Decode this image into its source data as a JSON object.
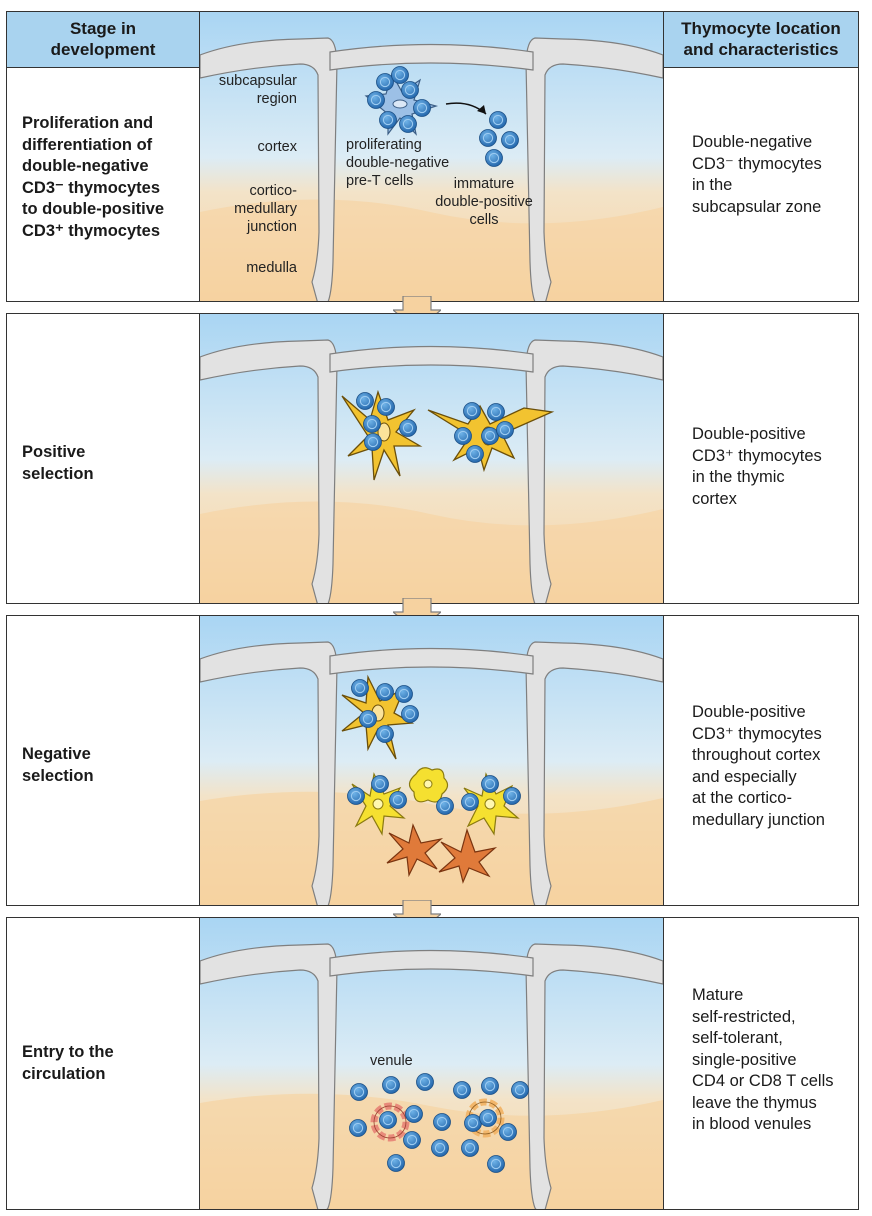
{
  "headers": {
    "left": "Stage in\ndevelopment",
    "right": "Thymocyte location\nand characteristics"
  },
  "stages": [
    {
      "title": "Proliferation and\ndifferentiation of\ndouble-negative\nCD3⁻ thymocytes\nto double-positive\nCD3⁺ thymocytes",
      "description": "Double-negative\nCD3⁻ thymocytes\nin the\nsubcapsular zone"
    },
    {
      "title": "Positive\nselection",
      "description": "Double-positive\nCD3⁺ thymocytes\nin the thymic\ncortex"
    },
    {
      "title": "Negative\nselection",
      "description": "Double-positive\nCD3⁺ thymocytes\nthroughout cortex\nand especially\nat the cortico-\nmedullary junction"
    },
    {
      "title": "Entry to the\ncirculation",
      "description": "Mature\nself-restricted,\nself-tolerant,\nsingle-positive\nCD4 or CD8 T cells\nleave the thymus\nin blood venules"
    }
  ],
  "region_labels": {
    "subcapsular": "subcapsular\nregion",
    "cortex": "cortex",
    "corticomedullary": "cortico-\nmedullary\njunction",
    "medulla": "medulla"
  },
  "cell_labels": {
    "proliferating": "proliferating\ndouble-negative\npre-T cells",
    "immature": "immature\ndouble-positive\ncells",
    "venule": "venule"
  },
  "colors": {
    "header": "#a9d3ef",
    "cortex_blue": "#bfe0f5",
    "medulla_tan": "#f6d9ae",
    "septum": "#e4e4e4",
    "thymocyte": "#2f7fc4",
    "epithelial_cell": "#f2c330",
    "macrophage": "#f5e030",
    "dendritic_cell": "#e07a3a",
    "pre_t_epithelial": "#9cc0e6"
  }
}
